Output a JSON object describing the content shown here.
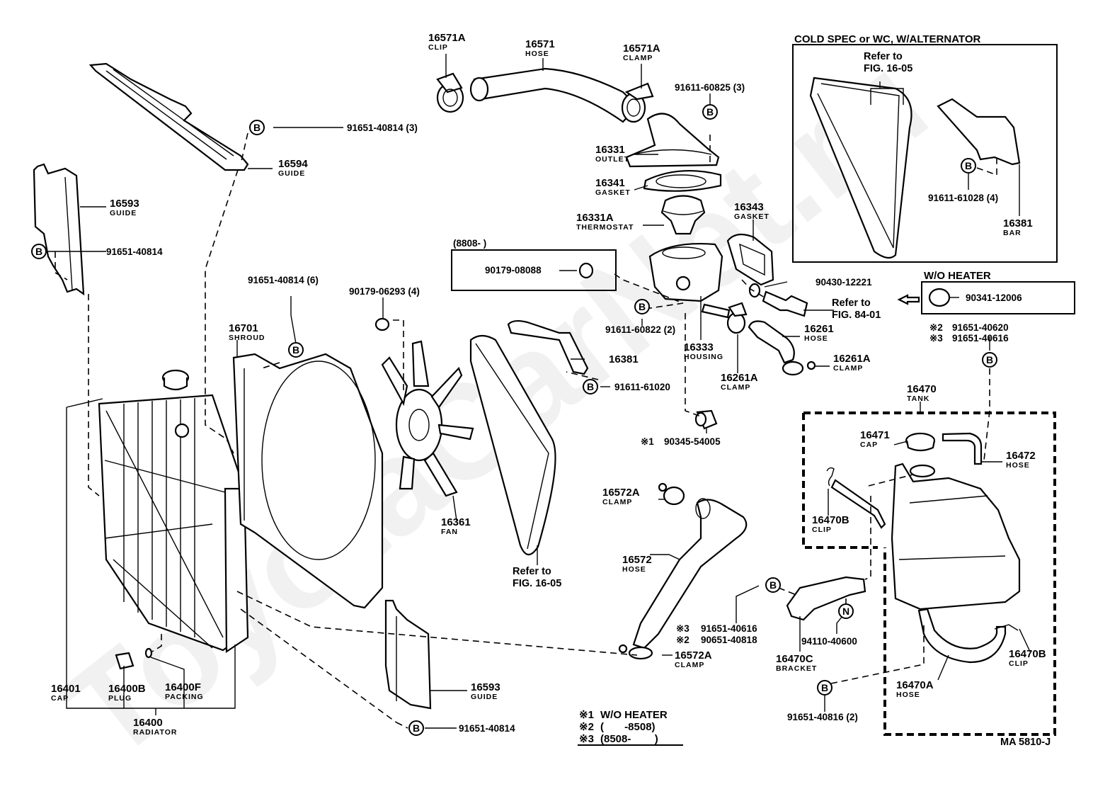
{
  "diagram": {
    "code": "MA 5810-J",
    "watermark": "ToyotaCarNet.ru",
    "fastener_symbol_b": "B",
    "fastener_symbol_n": "N",
    "legend": [
      {
        "mark": "※1",
        "text": "W/O HEATER"
      },
      {
        "mark": "※2",
        "text": "(       -8508)"
      },
      {
        "mark": "※3",
        "text": "(8508-        )"
      }
    ],
    "boxes": {
      "cold_spec": {
        "title": "COLD SPEC or WC, W/ALTERNATOR",
        "ref_line1": "Refer to",
        "ref_line2": "FIG. 16-05",
        "fastener": "91611-61028 (4)",
        "bar_num": "16381",
        "bar_name": "BAR"
      },
      "date_box": {
        "title": "(8808-          )",
        "part": "90179-08088"
      },
      "wo_heater": {
        "title": "W/O HEATER",
        "part": "90341-12006"
      }
    },
    "labels": {
      "clip_16571a": {
        "num": "16571A",
        "name": "CLIP"
      },
      "hose_16571": {
        "num": "16571",
        "name": "HOSE"
      },
      "clamp_16571a": {
        "num": "16571A",
        "name": "CLAMP"
      },
      "outlet_bolt": "91611-60825 (3)",
      "outlet": {
        "num": "16331",
        "name": "OUTLET"
      },
      "gasket_16341": {
        "num": "16341",
        "name": "GASKET"
      },
      "thermostat": {
        "num": "16331A",
        "name": "THERMOSTAT"
      },
      "gasket_16343": {
        "num": "16343",
        "name": "GASKET"
      },
      "part_90430": "90430-12221",
      "refer_84_line1": "Refer to",
      "refer_84_line2": "FIG. 84-01",
      "housing_bolt": "91611-60822 (2)",
      "housing": {
        "num": "16333",
        "name": "HOUSING"
      },
      "hose_16261": {
        "num": "16261",
        "name": "HOSE"
      },
      "clamp_16261a_left": {
        "num": "16261A",
        "name": "CLAMP"
      },
      "clamp_16261a_right": {
        "num": "16261A",
        "name": "CLAMP"
      },
      "bar_16381": "16381",
      "bar_bolt": "91611-61020",
      "drain_cock_mark": "※1",
      "drain_cock": "90345-54005",
      "bolt_2": "91651-40620",
      "bolt_3": "91651-40616",
      "bolt_2_mark": "※2",
      "bolt_3_mark": "※3",
      "tank": {
        "num": "16470",
        "name": "TANK"
      },
      "tank_cap": {
        "num": "16471",
        "name": "CAP"
      },
      "tank_hose": {
        "num": "16472",
        "name": "HOSE"
      },
      "clip_16470b_upper": {
        "num": "16470B",
        "name": "CLIP"
      },
      "clip_16470b_lower": {
        "num": "16470B",
        "name": "CLIP"
      },
      "hose_16470a": {
        "num": "16470A",
        "name": "HOSE"
      },
      "bracket_16470c": {
        "num": "16470C",
        "name": "BRACKET"
      },
      "nut_94110": "94110-40600",
      "bracket_bolt_3_mark": "※3",
      "bracket_bolt_3": "91651-40616",
      "bracket_bolt_2_mark": "※2",
      "bracket_bolt_2": "90651-40818",
      "tank_bolt": "91651-40816 (2)",
      "clamp_16572a_top": {
        "num": "16572A",
        "name": "CLAMP"
      },
      "hose_16572": {
        "num": "16572",
        "name": "HOSE"
      },
      "clamp_16572a_bottom": {
        "num": "16572A",
        "name": "CLAMP"
      },
      "guide_bolt_top": "91651-40814 (3)",
      "guide_16594": {
        "num": "16594",
        "name": "GUIDE"
      },
      "guide_16593_left": {
        "num": "16593",
        "name": "GUIDE"
      },
      "guide_bolt_left": "91651-40814",
      "shroud_bolt": "91651-40814 (6)",
      "fan_nut": "90179-06293 (4)",
      "shroud": {
        "num": "16701",
        "name": "SHROUD"
      },
      "fan": {
        "num": "16361",
        "name": "FAN"
      },
      "refer_belt_line1": "Refer to",
      "refer_belt_line2": "FIG. 16-05",
      "guide_16593_bottom": {
        "num": "16593",
        "name": "GUIDE"
      },
      "guide_bolt_bottom": "91651-40814",
      "cap_16401": {
        "num": "16401",
        "name": "CAP"
      },
      "plug_16400b": {
        "num": "16400B",
        "name": "PLUG"
      },
      "packing_16400f": {
        "num": "16400F",
        "name": "PACKING"
      },
      "radiator": {
        "num": "16400",
        "name": "RADIATOR"
      }
    }
  }
}
